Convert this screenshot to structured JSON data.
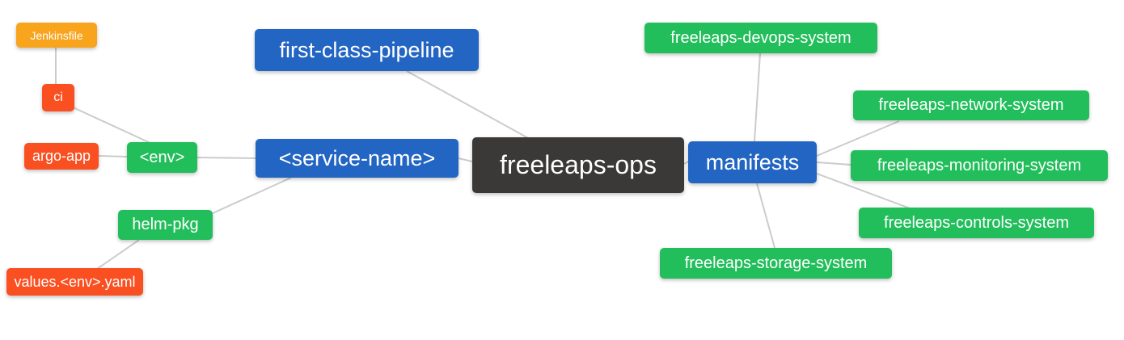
{
  "diagram": {
    "type": "mindmap",
    "root": "freeleaps-ops",
    "palette": {
      "blue": "#2265c2",
      "green": "#22be5b",
      "red": "#fa4f21",
      "amber": "#f8a41d",
      "dark": "#3b3937",
      "edge": "#cccccc",
      "node_text": "#ffffff",
      "background": "#ffffff"
    },
    "nodes": [
      {
        "id": "jenkinsfile",
        "label": "Jenkinsfile",
        "color": "amber"
      },
      {
        "id": "ci",
        "label": "ci",
        "color": "red"
      },
      {
        "id": "argo-app",
        "label": "argo-app",
        "color": "red"
      },
      {
        "id": "env",
        "label": "<env>",
        "color": "green"
      },
      {
        "id": "helm-pkg",
        "label": "helm-pkg",
        "color": "green"
      },
      {
        "id": "values-env-yaml",
        "label": "values.<env>.yaml",
        "color": "red"
      },
      {
        "id": "first-class-pipeline",
        "label": "first-class-pipeline",
        "color": "blue"
      },
      {
        "id": "service-name",
        "label": "<service-name>",
        "color": "blue"
      },
      {
        "id": "freeleaps-ops",
        "label": "freeleaps-ops",
        "color": "dark"
      },
      {
        "id": "manifests",
        "label": "manifests",
        "color": "blue"
      },
      {
        "id": "freeleaps-devops-system",
        "label": "freeleaps-devops-system",
        "color": "green"
      },
      {
        "id": "freeleaps-network-system",
        "label": "freeleaps-network-system",
        "color": "green"
      },
      {
        "id": "freeleaps-monitoring-system",
        "label": "freeleaps-monitoring-system",
        "color": "green"
      },
      {
        "id": "freeleaps-controls-system",
        "label": "freeleaps-controls-system",
        "color": "green"
      },
      {
        "id": "freeleaps-storage-system",
        "label": "freeleaps-storage-system",
        "color": "green"
      }
    ],
    "edges": [
      [
        "jenkinsfile",
        "ci"
      ],
      [
        "ci",
        "env"
      ],
      [
        "argo-app",
        "env"
      ],
      [
        "env",
        "service-name"
      ],
      [
        "service-name",
        "helm-pkg"
      ],
      [
        "helm-pkg",
        "values-env-yaml"
      ],
      [
        "service-name",
        "freeleaps-ops"
      ],
      [
        "first-class-pipeline",
        "freeleaps-ops"
      ],
      [
        "freeleaps-ops",
        "manifests"
      ],
      [
        "manifests",
        "freeleaps-devops-system"
      ],
      [
        "manifests",
        "freeleaps-network-system"
      ],
      [
        "manifests",
        "freeleaps-monitoring-system"
      ],
      [
        "manifests",
        "freeleaps-controls-system"
      ],
      [
        "manifests",
        "freeleaps-storage-system"
      ]
    ]
  }
}
